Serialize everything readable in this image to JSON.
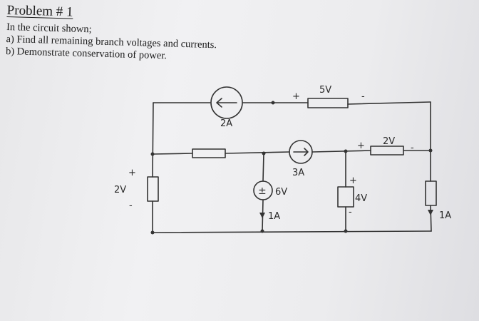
{
  "problem": {
    "title": "Problem # 1",
    "intro": "In the circuit shown;",
    "part_a": "a) Find all remaining branch voltages and currents.",
    "part_b": "b) Demonstrate conservation of power."
  },
  "circuit": {
    "top_source_label": "2A",
    "top_resistor_voltage": "5V",
    "top_resistor_plus": "+",
    "top_resistor_minus": "-",
    "mid_source_label": "3A",
    "mid_right_voltage": "2V",
    "mid_right_plus": "+",
    "mid_right_minus": "-",
    "left_resistor_voltage": "2V",
    "left_resistor_plus": "+",
    "left_resistor_minus": "-",
    "voltage_source_label": "6V",
    "voltage_source_symbol": "±",
    "vs_current": "1A",
    "center_resistor_voltage": "4V",
    "center_resistor_plus": "+",
    "center_resistor_minus": "-",
    "right_current": "1A"
  }
}
